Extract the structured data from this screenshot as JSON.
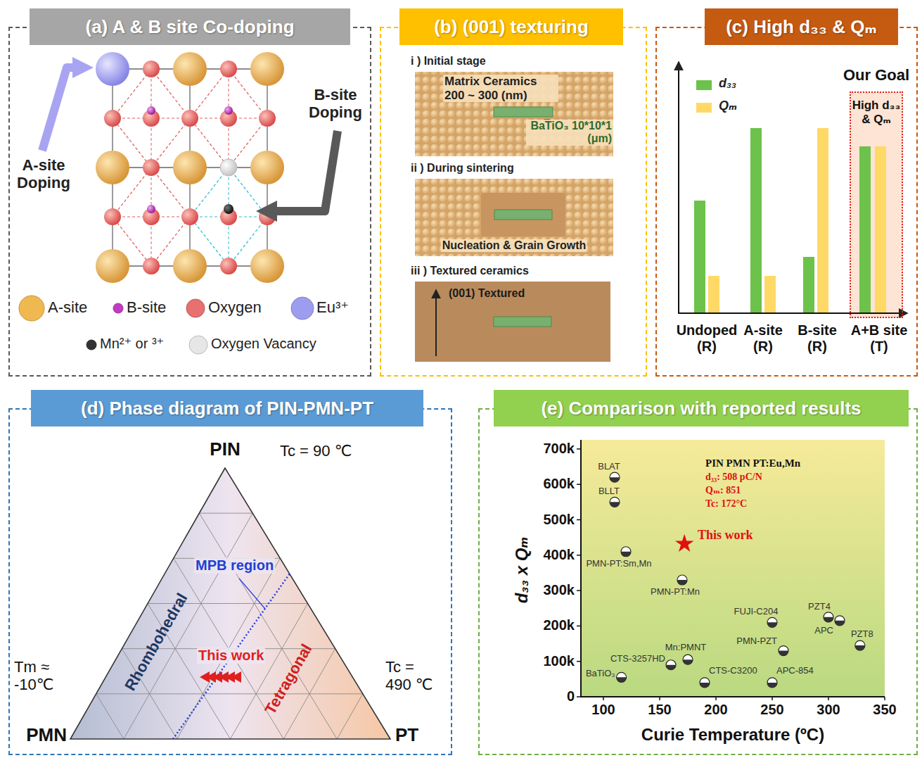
{
  "diagram": {
    "nodes": [
      {
        "text": [
          "(a) A & B site Co-doping"
        ]
      },
      {
        "text": [
          "(b) (001) texturing"
        ]
      },
      {
        "text": [
          "i ) Initial stage",
          "Matrix Ceramics 200 ~ 300 (nm)",
          "BaTiO₃ 10*10*1 (μm)"
        ],
        "in": 1
      },
      {
        "text": [
          "ii ) During sintering",
          "Nucleation & Grain Growth"
        ],
        "in": 1
      },
      {
        "text": [
          "iii ) Textured ceramics",
          "(001) Textured"
        ],
        "in": 1
      },
      {
        "text": [
          "(c) High d₃₃ & Qₘ"
        ]
      },
      {
        "text": [
          "Our Goal",
          "High d₃₃ & Qₘ"
        ],
        "in": 5
      },
      {
        "text": [
          "(d) Phase diagram of PIN-PMN-PT"
        ]
      },
      {
        "text": [
          "(e) Comparison with reported results"
        ]
      }
    ],
    "labels": [
      "A-site Doping",
      "B-site Doping",
      "Undoped (R)",
      "A-site (R)",
      "B-site (R)",
      "A+B site (T)",
      "PIN",
      "Tc = 90 ℃",
      "MPB region",
      "Rhombohedral",
      "This work",
      "Tetragonal",
      "Tm ≈ -10℃",
      "Tc = 490 ℃",
      "PMN",
      "PT",
      "PIN PMN PT:Eu,Mn",
      "d₃₃: 508 pC/N",
      "Qₘ: 851",
      "Tc: 172°C",
      "This work",
      "BLAT",
      "BLLT",
      "PMN-PT:Sm,Mn",
      "PMN-PT:Mn",
      "FUJI-C204",
      "PZT4",
      "APC",
      "PZT8",
      "PMN-PZT",
      "Mn:PMNT",
      "CTS-3257HD",
      "BaTiO₃",
      "CTS-C3200",
      "APC-854",
      "700k",
      "600k",
      "500k",
      "400k",
      "300k",
      "200k",
      "100k",
      "0",
      "100",
      "150",
      "200",
      "250",
      "300",
      "350",
      "d₃₃ x Qₘ",
      "Curie Temperature (ºC)"
    ],
    "legend": [
      {
        "text": "A-site",
        "color": "#f0b850"
      },
      {
        "text": "B-site",
        "color": "#c03cc0"
      },
      {
        "text": "Oxygen",
        "color": "#e87070"
      },
      {
        "text": "Eu³⁺",
        "color": "#9d9df0"
      },
      {
        "text": "Mn²⁺ or ³⁺",
        "color": "#333333"
      },
      {
        "text": "Oxygen Vacancy",
        "color": "#e6e6e6"
      },
      {
        "text": "d₃₃",
        "color": "#6cc24a"
      },
      {
        "text": "Qₘ",
        "color": "#ffd966"
      }
    ]
  }
}
